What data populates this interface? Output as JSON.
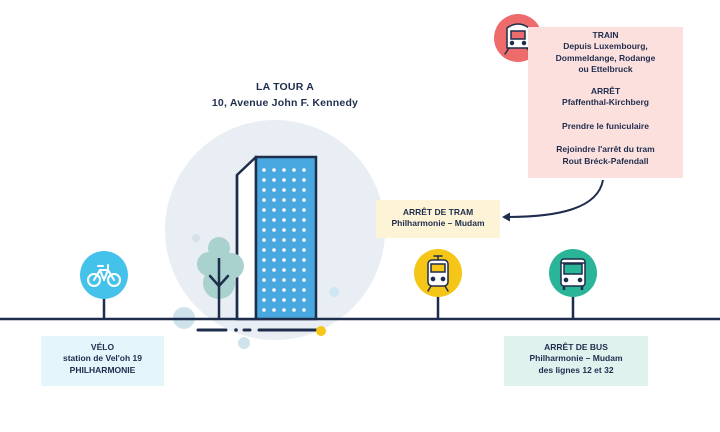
{
  "building": {
    "name": "LA TOUR A",
    "address": "10, Avenue John F. Kennedy"
  },
  "train": {
    "icon": "train-icon",
    "color": "#ee6b6b",
    "title": "TRAIN",
    "from_lines": [
      "Depuis Luxembourg,",
      "Dommeldange, Rodange",
      "ou Ettelbruck"
    ],
    "stop_title": "ARRÊT",
    "stop_name": "Pfaffenthal-Kirchberg",
    "step1": "Prendre le funiculaire",
    "step2_lines": [
      "Rejoindre l'arrêt du tram",
      "Rout Bréck-Pafendall"
    ]
  },
  "tram": {
    "icon": "tram-icon",
    "color": "#f5c518",
    "title": "ARRÊT DE TRAM",
    "stop": "Philharmonie – Mudam"
  },
  "velo": {
    "icon": "bicycle-icon",
    "color": "#45c2ea",
    "title": "VÉLO",
    "station": "station de Vel'oh 19",
    "name": "PHILHARMONIE"
  },
  "bus": {
    "icon": "bus-icon",
    "color": "#2bb598",
    "title": "ARRÊT DE BUS",
    "stop": "Philharmonie – Mudam",
    "lines": "des lignes 12 et 32"
  },
  "colors": {
    "navy": "#1f2d4d",
    "building_blue": "#4aa8e0",
    "circle_bg": "#e8eef3",
    "tree": "#a9d1cd",
    "accent_yellow": "#f5c518"
  }
}
